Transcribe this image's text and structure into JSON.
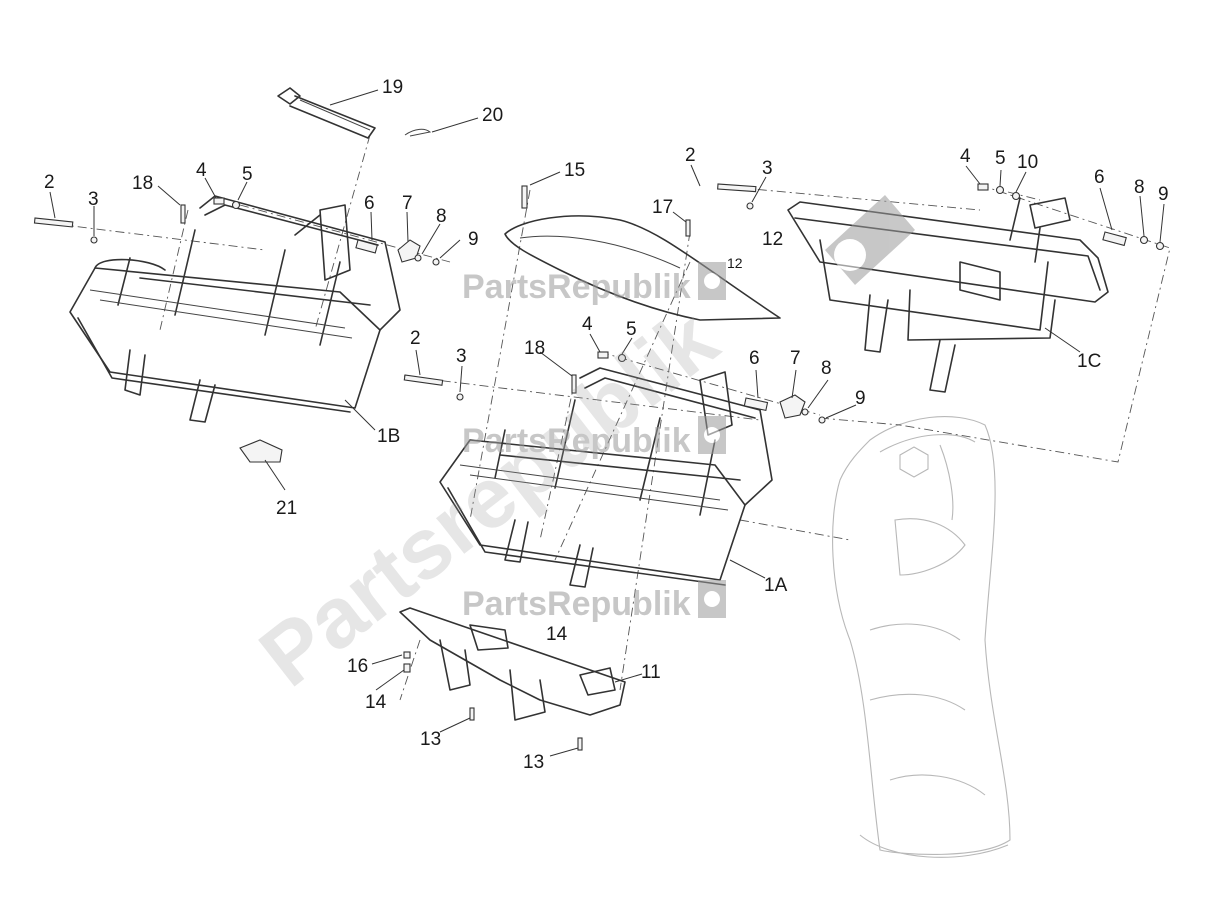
{
  "watermark": {
    "brand": "PartsRepublik",
    "big_text": "Partsrepublik"
  },
  "callouts": [
    {
      "id": "c19",
      "text": "19"
    },
    {
      "id": "c20",
      "text": "20"
    },
    {
      "id": "c2a",
      "text": "2"
    },
    {
      "id": "c3a",
      "text": "3"
    },
    {
      "id": "c18a",
      "text": "18"
    },
    {
      "id": "c4a",
      "text": "4"
    },
    {
      "id": "c5a",
      "text": "5"
    },
    {
      "id": "c6a",
      "text": "6"
    },
    {
      "id": "c7a",
      "text": "7"
    },
    {
      "id": "c8a",
      "text": "8"
    },
    {
      "id": "c9a",
      "text": "9"
    },
    {
      "id": "c1b",
      "text": "1B"
    },
    {
      "id": "c21",
      "text": "21"
    },
    {
      "id": "c15",
      "text": "15"
    },
    {
      "id": "c17",
      "text": "17"
    },
    {
      "id": "c2b",
      "text": "2"
    },
    {
      "id": "c3b",
      "text": "3"
    },
    {
      "id": "c12a",
      "text": "12"
    },
    {
      "id": "c12b",
      "text": "12"
    },
    {
      "id": "c2c",
      "text": "2"
    },
    {
      "id": "c3c",
      "text": "3"
    },
    {
      "id": "c18b",
      "text": "18"
    },
    {
      "id": "c4b",
      "text": "4"
    },
    {
      "id": "c5b",
      "text": "5"
    },
    {
      "id": "c6b",
      "text": "6"
    },
    {
      "id": "c7b",
      "text": "7"
    },
    {
      "id": "c8b",
      "text": "8"
    },
    {
      "id": "c9b",
      "text": "9"
    },
    {
      "id": "c4c",
      "text": "4"
    },
    {
      "id": "c5c",
      "text": "5"
    },
    {
      "id": "c10",
      "text": "10"
    },
    {
      "id": "c6c",
      "text": "6"
    },
    {
      "id": "c8c",
      "text": "8"
    },
    {
      "id": "c9c",
      "text": "9"
    },
    {
      "id": "c1c",
      "text": "1C"
    },
    {
      "id": "c1a",
      "text": "1A"
    },
    {
      "id": "c14a",
      "text": "14"
    },
    {
      "id": "c11",
      "text": "11"
    },
    {
      "id": "c16",
      "text": "16"
    },
    {
      "id": "c14b",
      "text": "14"
    },
    {
      "id": "c13a",
      "text": "13"
    },
    {
      "id": "c13b",
      "text": "13"
    }
  ]
}
